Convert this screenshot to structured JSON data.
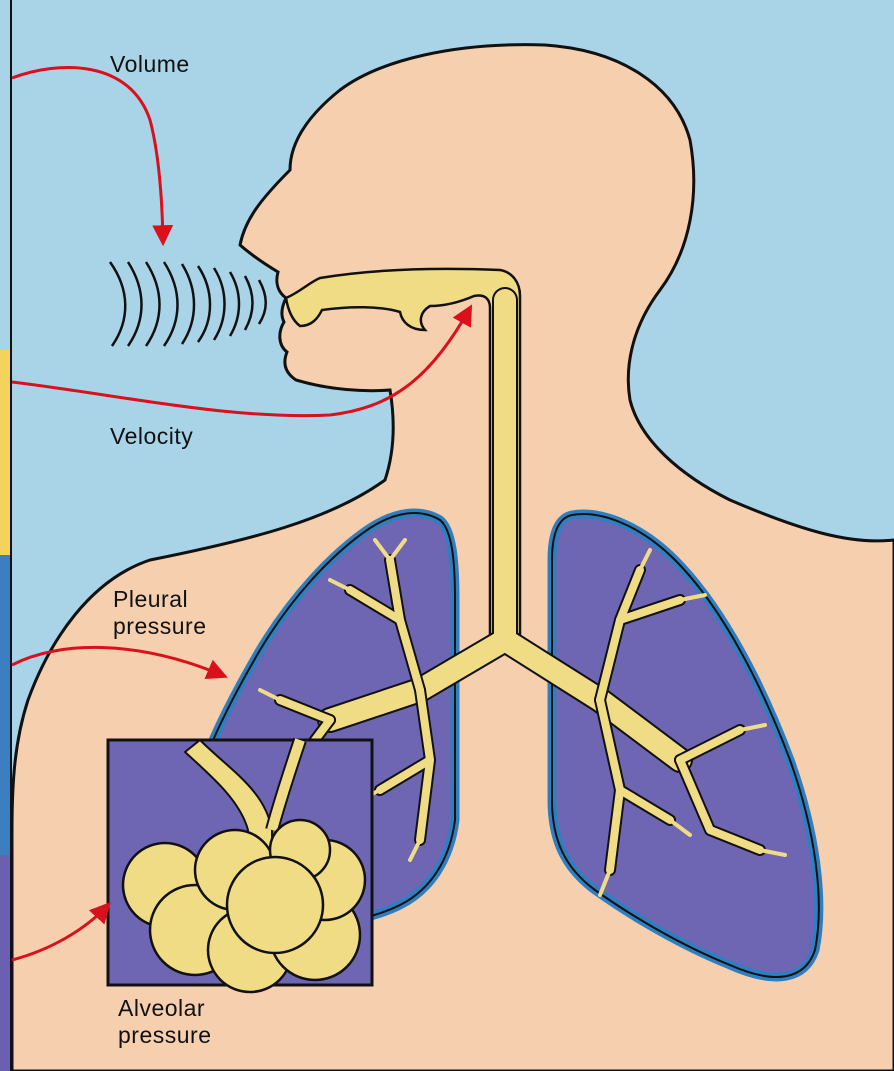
{
  "labels": {
    "volume": "Volume",
    "velocity": "Velocity",
    "pleural_line1": "Pleural",
    "pleural_line2": "pressure",
    "alveolar_line1": "Alveolar",
    "alveolar_line2": "pressure"
  },
  "colors": {
    "background": "#a9d4e8",
    "body": "#f5cfae",
    "airway": "#f1dc86",
    "lung": "#6f66b3",
    "pleura": "#2f7fc0",
    "arrow": "#d8111d",
    "outline": "#111111",
    "left_strip_yellow": "#f3d35c",
    "left_strip_blue": "#3b7fc1"
  }
}
